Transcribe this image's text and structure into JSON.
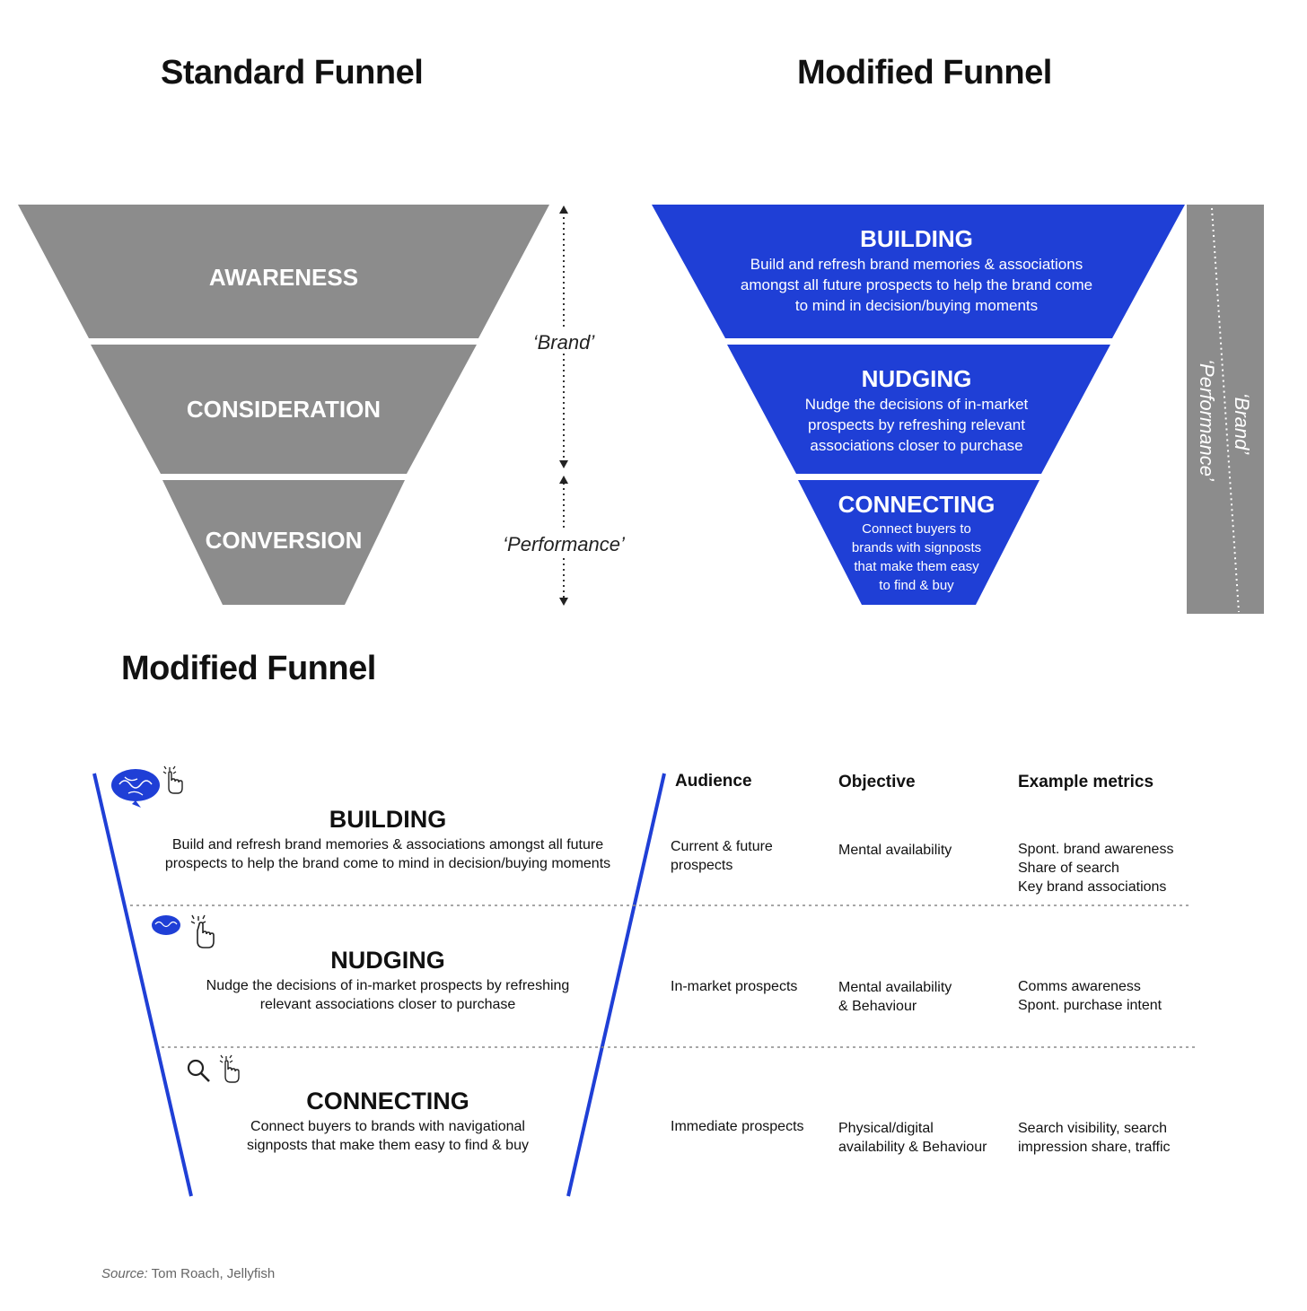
{
  "titles": {
    "standard": "Standard Funnel",
    "modified_top": "Modified Funnel",
    "modified_bottom": "Modified Funnel"
  },
  "standard_funnel": {
    "stages": [
      "AWARENESS",
      "CONSIDERATION",
      "CONVERSION"
    ],
    "fill_color": "#8c8c8c",
    "brand_label": "‘Brand’",
    "performance_label": "‘Performance’"
  },
  "modified_funnel": {
    "fill_color": "#1f3fd6",
    "stages": [
      {
        "name": "BUILDING",
        "desc": [
          "Build and refresh brand memories & associations",
          "amongst all future prospects to help the brand come",
          "to mind in decision/buying moments"
        ]
      },
      {
        "name": "NUDGING",
        "desc": [
          "Nudge the decisions of in-market",
          "prospects by refreshing relevant",
          "associations closer to purchase"
        ]
      },
      {
        "name": "CONNECTING",
        "desc": [
          "Connect buyers to",
          "brands with signposts",
          "that make them easy",
          "to find & buy"
        ]
      }
    ],
    "side_bar": {
      "color": "#8c8c8c",
      "brand_label": "‘Brand’",
      "performance_label": "‘Performance’"
    }
  },
  "table": {
    "line_color": "#1f3fd6",
    "headers": {
      "audience": "Audience",
      "objective": "Objective",
      "metrics": "Example metrics"
    },
    "rows": [
      {
        "title": "BUILDING",
        "desc": [
          "Build and refresh brand memories & associations amongst all future",
          "prospects to help the brand come to mind in decision/buying moments"
        ],
        "icons": [
          "brain-icon",
          "click-icon"
        ],
        "audience": [
          "Current & future",
          "prospects"
        ],
        "objective": [
          "Mental availability"
        ],
        "metrics": [
          "Spont. brand awareness",
          "Share of search",
          "Key brand associations"
        ]
      },
      {
        "title": "NUDGING",
        "desc": [
          "Nudge the decisions of in-market prospects by refreshing",
          "relevant associations closer to purchase"
        ],
        "icons": [
          "brain-icon",
          "click-icon"
        ],
        "audience": [
          "In-market prospects"
        ],
        "objective": [
          "Mental availability",
          "& Behaviour"
        ],
        "metrics": [
          "Comms awareness",
          "Spont. purchase intent"
        ]
      },
      {
        "title": "CONNECTING",
        "desc": [
          "Connect buyers to brands with navigational",
          "signposts that make them easy to find & buy"
        ],
        "icons": [
          "search-icon",
          "click-icon"
        ],
        "audience": [
          "Immediate prospects"
        ],
        "objective": [
          "Physical/digital",
          "availability & Behaviour"
        ],
        "metrics": [
          "Search visibility, search",
          "impression share, traffic"
        ]
      }
    ]
  },
  "source": {
    "label": "Source:",
    "text": "Tom Roach, Jellyfish"
  }
}
